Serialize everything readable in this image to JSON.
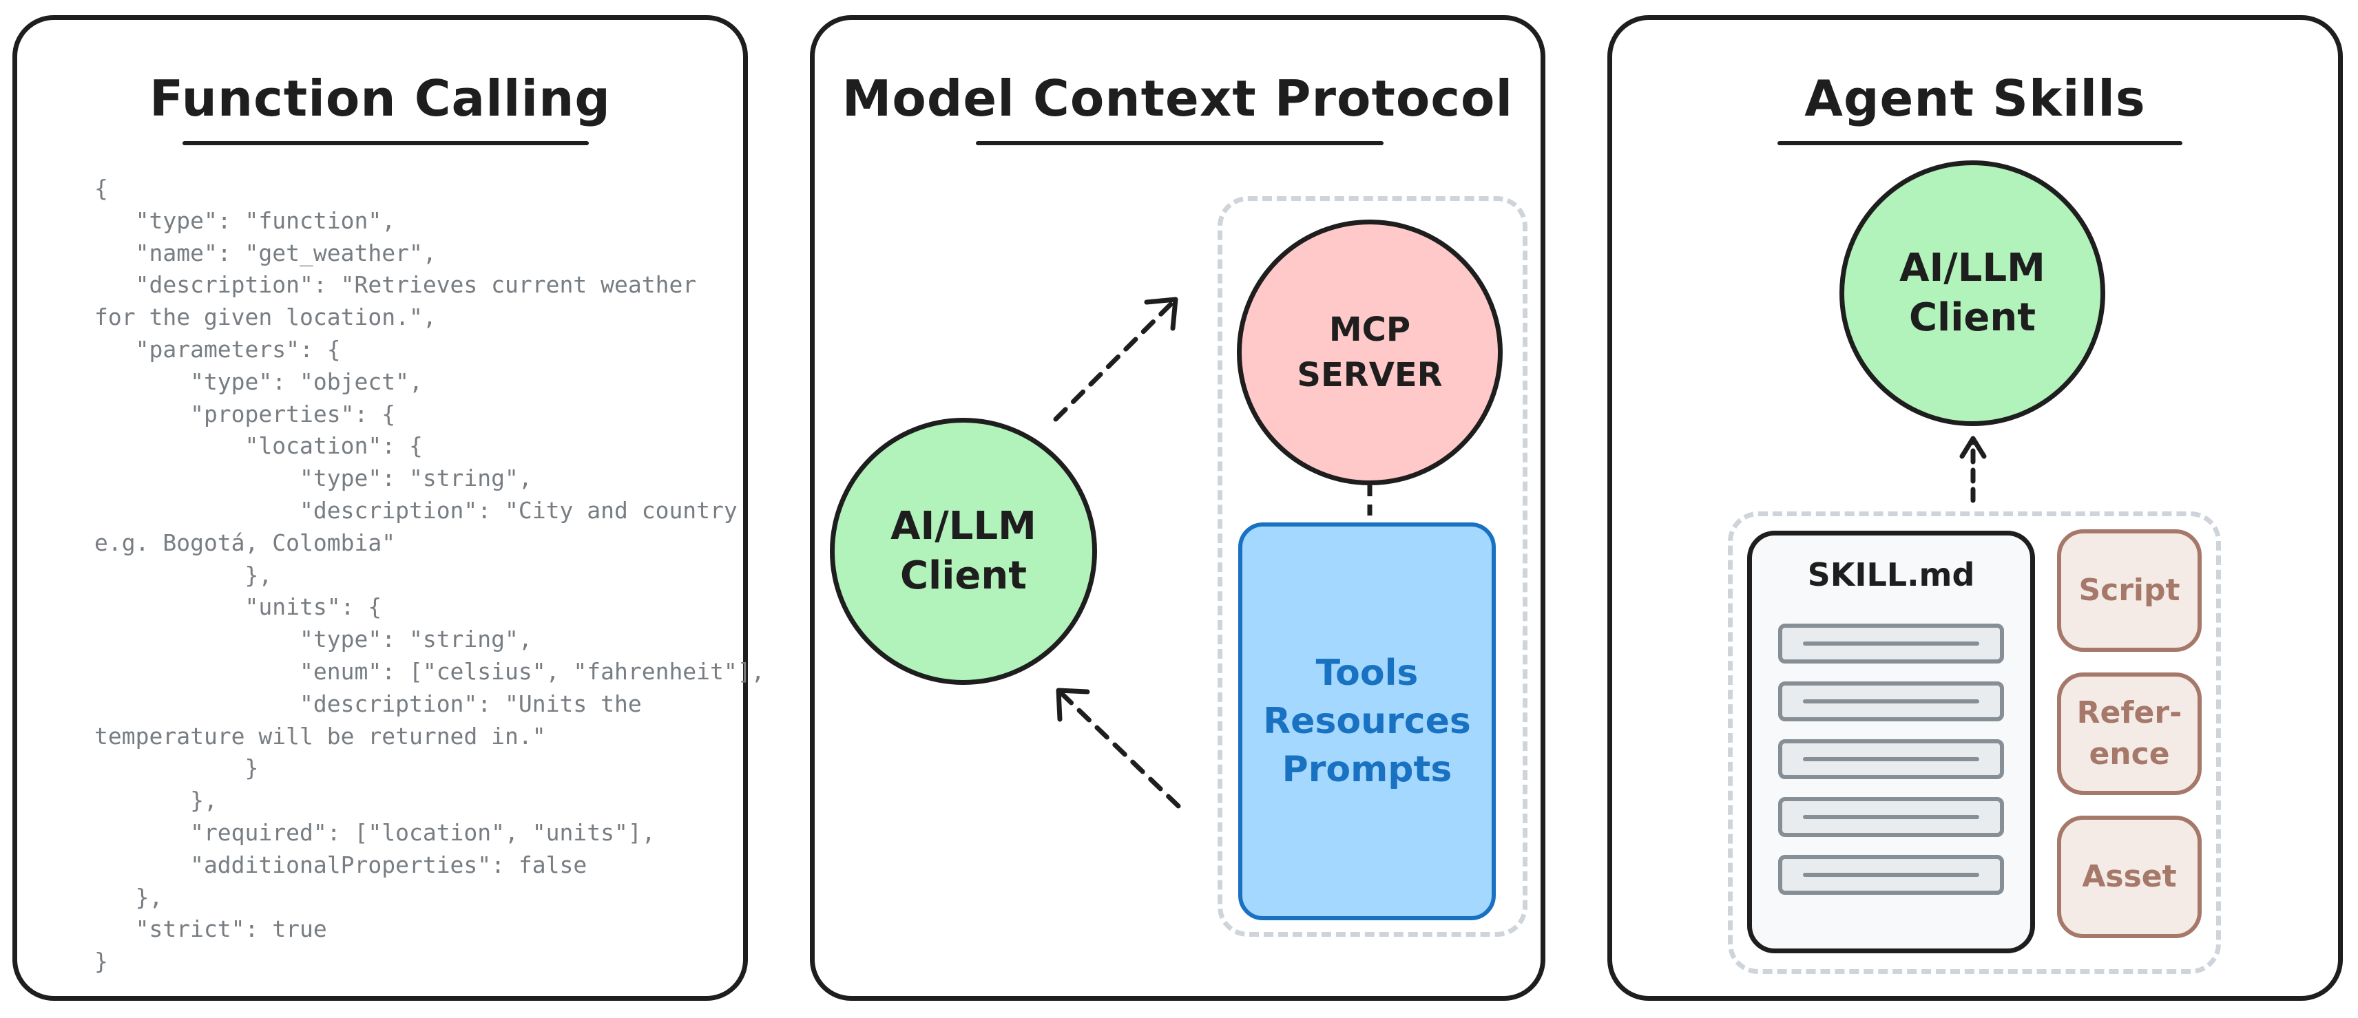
{
  "panels": {
    "function_calling": {
      "title": "Function Calling",
      "code": "{\n   \"type\": \"function\",\n   \"name\": \"get_weather\",\n   \"description\": \"Retrieves current weather\nfor the given location.\",\n   \"parameters\": {\n       \"type\": \"object\",\n       \"properties\": {\n           \"location\": {\n               \"type\": \"string\",\n               \"description\": \"City and country\ne.g. Bogotá, Colombia\"\n           },\n           \"units\": {\n               \"type\": \"string\",\n               \"enum\": [\"celsius\", \"fahrenheit\"],\n               \"description\": \"Units the\ntemperature will be returned in.\"\n           }\n       },\n       \"required\": [\"location\", \"units\"],\n       \"additionalProperties\": false\n   },\n   \"strict\": true\n}"
    },
    "mcp": {
      "title": "Model Context Protocol",
      "client": {
        "line1": "AI/LLM",
        "line2": "Client"
      },
      "server": {
        "line1": "MCP",
        "line2": "SERVER"
      },
      "capabilities": [
        "Tools",
        "Resources",
        "Prompts"
      ]
    },
    "agent_skills": {
      "title": "Agent Skills",
      "client": {
        "line1": "AI/LLM",
        "line2": "Client"
      },
      "skill_file": "SKILL.md",
      "script": "Script",
      "reference": {
        "line1": "Refer-",
        "line2": "ence"
      },
      "asset": "Asset"
    }
  },
  "colors": {
    "client_fill": "#b2f2bb",
    "server_fill": "#ffc9c9",
    "capabilities_fill": "#a5d8ff",
    "capabilities_stroke": "#1971c2",
    "resource_stroke": "#a5786a",
    "outline": "#1e1e1e",
    "dashed_group": "#ced4da",
    "code_text": "#777d82"
  }
}
